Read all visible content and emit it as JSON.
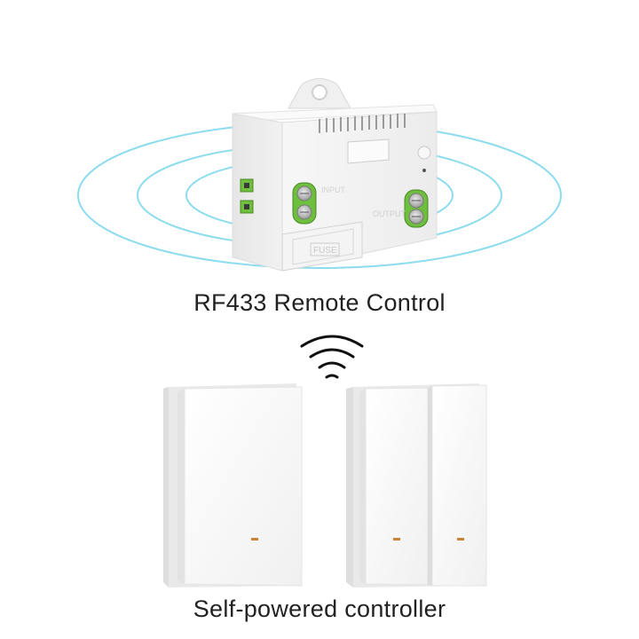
{
  "captions": {
    "top": "RF433 Remote Control",
    "bottom": "Self-powered controller"
  },
  "receiver": {
    "fuse_label": "FUSE",
    "output_label": "OUTPUT",
    "input_label": "INPUT"
  },
  "colors": {
    "signal_ring": "#7fd8ec",
    "terminal_green": "#6fbf3e",
    "body": "#f2f2f2",
    "indicator": "#c9823a"
  }
}
